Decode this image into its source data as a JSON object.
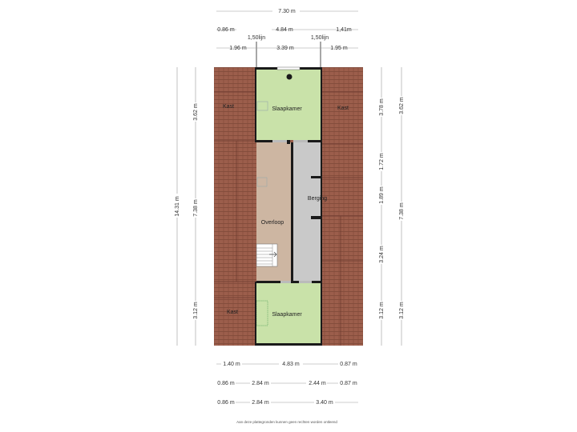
{
  "rooms": {
    "slaapkamer_top": "Slaapkamer",
    "slaapkamer_bottom": "Slaapkamer",
    "kast_top_left": "Kast",
    "kast_top_right": "Kast",
    "kast_bottom_left": "Kast",
    "overloop": "Overloop",
    "berging": "Berging"
  },
  "dimensions": {
    "top": {
      "total": "7.30 m",
      "row2": [
        "0.86 m",
        "4.84 m",
        "1,41m"
      ],
      "lijn_left": "1,50lijn",
      "lijn_right": "1,50lijn",
      "row3": [
        "1.96 m",
        "3.39 m",
        "1.95 m"
      ]
    },
    "bottom": {
      "row1": [
        "1.40 m",
        "4.83 m",
        "0.87 m"
      ],
      "row2": [
        "0.86 m",
        "2.84 m",
        "2.44 m",
        "0.87 m"
      ],
      "row3": [
        "0.86 m",
        "2.84 m",
        "3.40 m"
      ]
    },
    "left": {
      "total": "14.31 m",
      "parts": [
        "3.62 m",
        "7.38 m",
        "3.12 m"
      ]
    },
    "right_inner": [
      "3.78 m",
      "1.72 m",
      "1.89 m",
      "3.24 m",
      "3.12 m"
    ],
    "right_outer": [
      "3.62 m",
      "7.38 m",
      "3.12 m"
    ]
  },
  "disclaimer": "Aan deze plattegronden kunnen geen rechten worden ontleend",
  "colors": {
    "roof": "#9c5e4c",
    "bedroom": "#c9e2a9",
    "landing": "#cdb6a2",
    "storage": "#c9c9c9",
    "wall": "#1a1a1a"
  }
}
